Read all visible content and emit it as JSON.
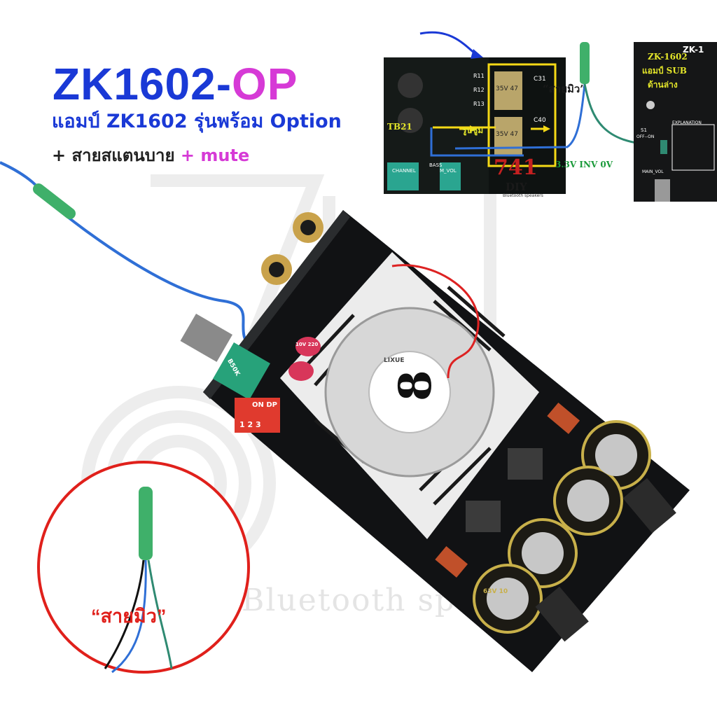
{
  "title": {
    "main": "ZK1602-",
    "accent": "OP"
  },
  "subtitle": "แอมป์ ZK1602 รุ่นพร้อม Option",
  "extras": {
    "plus1": "+ สายสแตนบาย",
    "plus2": "+ mute"
  },
  "circle_label": "“สายมิว”",
  "watermark": {
    "big": "741",
    "sub": "Bluetooth speakers"
  },
  "inset_left": {
    "label_tb21": "TB21",
    "label_arrow": "รูปซูม",
    "label_wire": "“สายมิว”",
    "voltage": "3.3V INV 0V",
    "caps": [
      "35V 47",
      "35V 47"
    ],
    "cap_ids": [
      "C31",
      "C40"
    ],
    "res_ids": [
      "R11",
      "R12",
      "R13"
    ],
    "logo_num": "741",
    "logo_diy": "DIY",
    "logo_tag": "Bluetooth speakers",
    "bass_label": "BASS",
    "channel_label": "CHANNEL",
    "mvol_label": "M_VOL"
  },
  "inset_right": {
    "model": "ZK-1602",
    "line1": "แอมป์ SUB",
    "line2": "ด้านล่าง",
    "header": "ZK-1",
    "explanation": "EXPLANATION",
    "s1": "S1",
    "off_on": "OFF--ON",
    "main_vol": "MAIN_VOL"
  },
  "board": {
    "fan_brand": "LIXUE",
    "dip_label": "ON DP",
    "dip_numbers": "1 2 3",
    "pot_value": "B50K",
    "cap_small": "10V 220",
    "cap_big": "63V 10"
  },
  "colors": {
    "blue": "#1a39d6",
    "pink": "#d63ad6",
    "red": "#e0201b",
    "board": "#111214",
    "heatsink": "#e8e8e8"
  }
}
